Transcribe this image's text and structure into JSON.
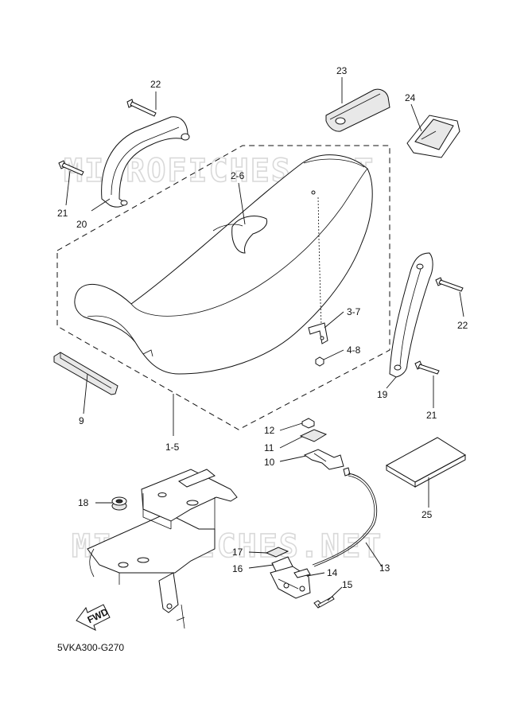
{
  "watermarks": [
    "MICROFICHES.NET",
    "MICROFICHES.NET"
  ],
  "diagram_code": "5VKA300-G270",
  "fwd_label": "FWD",
  "callouts": {
    "p22a": "22",
    "p23": "23",
    "p24": "24",
    "p21a": "21",
    "p2_6": "2-6",
    "p20": "20",
    "p3_7": "3-7",
    "p22b": "22",
    "p4_8": "4-8",
    "p9": "9",
    "p19": "19",
    "p21b": "21",
    "p1_5": "1-5",
    "p12": "12",
    "p11": "11",
    "p10": "10",
    "p25": "25",
    "p18": "18",
    "p17": "17",
    "p16": "16",
    "p14": "14",
    "p13": "13",
    "p15": "15"
  }
}
